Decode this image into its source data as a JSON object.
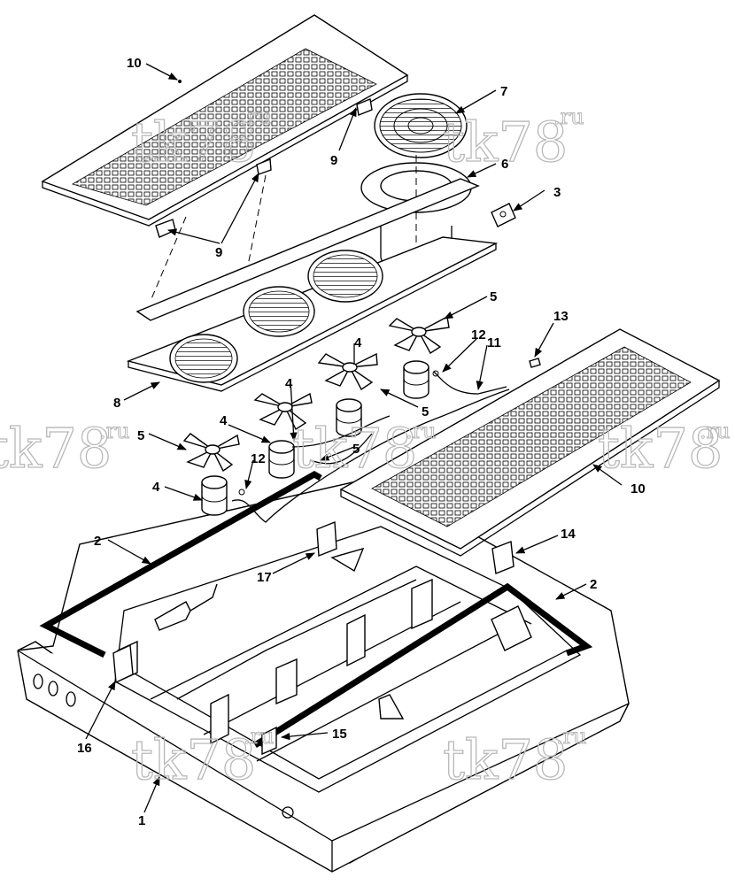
{
  "diagram": {
    "callouts": [
      {
        "id": "c10a",
        "label": "10"
      },
      {
        "id": "c7",
        "label": "7"
      },
      {
        "id": "c9a",
        "label": "9"
      },
      {
        "id": "c6",
        "label": "6"
      },
      {
        "id": "c3",
        "label": "3"
      },
      {
        "id": "c9b",
        "label": "9"
      },
      {
        "id": "c5a",
        "label": "5"
      },
      {
        "id": "c13",
        "label": "13"
      },
      {
        "id": "c4a",
        "label": "4"
      },
      {
        "id": "c12a",
        "label": "12"
      },
      {
        "id": "c11",
        "label": "11"
      },
      {
        "id": "c8",
        "label": "8"
      },
      {
        "id": "c4b",
        "label": "4"
      },
      {
        "id": "c5b",
        "label": "5"
      },
      {
        "id": "c4c",
        "label": "4"
      },
      {
        "id": "c5c",
        "label": "5"
      },
      {
        "id": "c5d",
        "label": "5"
      },
      {
        "id": "c10b",
        "label": "10"
      },
      {
        "id": "c12b",
        "label": "12"
      },
      {
        "id": "c4d",
        "label": "4"
      },
      {
        "id": "c2a",
        "label": "2"
      },
      {
        "id": "c14",
        "label": "14"
      },
      {
        "id": "c17",
        "label": "17"
      },
      {
        "id": "c2b",
        "label": "2"
      },
      {
        "id": "c16",
        "label": "16"
      },
      {
        "id": "c15",
        "label": "15"
      },
      {
        "id": "c1",
        "label": "1"
      }
    ],
    "watermark": {
      "main": "tk78",
      "suffix": ".ru"
    }
  },
  "colors": {
    "line": "#000000",
    "background": "#ffffff",
    "watermark": "#b8b8b8"
  }
}
